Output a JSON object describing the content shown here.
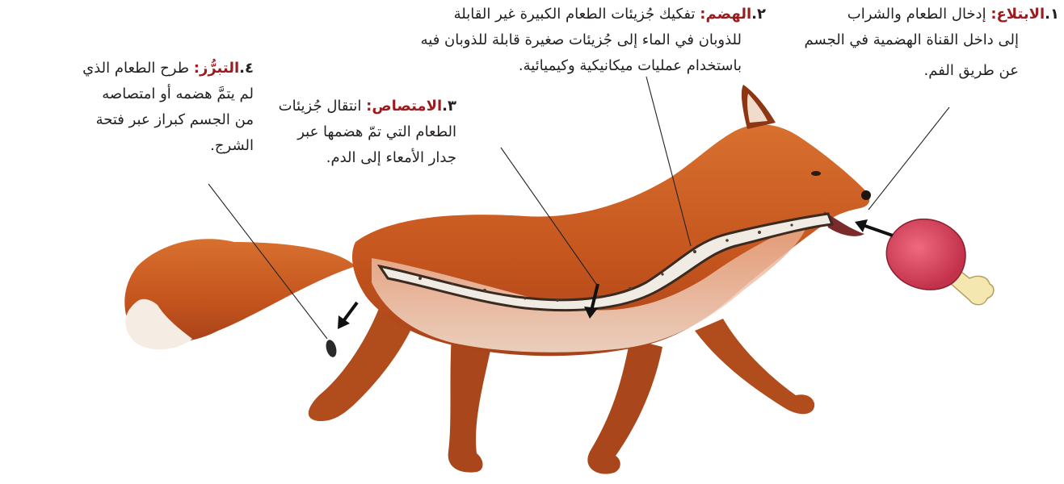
{
  "labels": {
    "ingestion": {
      "number": "١.",
      "term": "الابتلاع:",
      "lines": [
        "إدخال الطعام والشراب",
        "إلى داخل القناة الهضمية في الجسم",
        "عن طريق الفم."
      ]
    },
    "digestion": {
      "number": "٢.",
      "term": "الهضم:",
      "lines": [
        "تفكيك جُزيئات الطعام الكبيرة غير القابلة",
        "للذوبان في الماء إلى جُزيئات صغيرة قابلة للذوبان فيه",
        "باستخدام عمليات ميكانيكية وكيميائية."
      ]
    },
    "absorption": {
      "number": "٣.",
      "term": "الامتصاص:",
      "lines": [
        "انتقال جُزيئات",
        "الطعام التي تمّ هضمها عبر",
        "جدار الأمعاء إلى الدم."
      ]
    },
    "egestion": {
      "number": "٤.",
      "term": "التبرُّز:",
      "lines": [
        "طرح الطعام الذي",
        "لم يتمَّ هضمه أو امتصاصه",
        "من الجسم كبراز عبر فتحة",
        "الشرج."
      ]
    }
  },
  "colors": {
    "term": "#9b1c1f",
    "fox_fur": "#c8591f",
    "fox_belly": "#f3e3d3",
    "meat": "#d9405a",
    "bone": "#f4e8b0"
  }
}
